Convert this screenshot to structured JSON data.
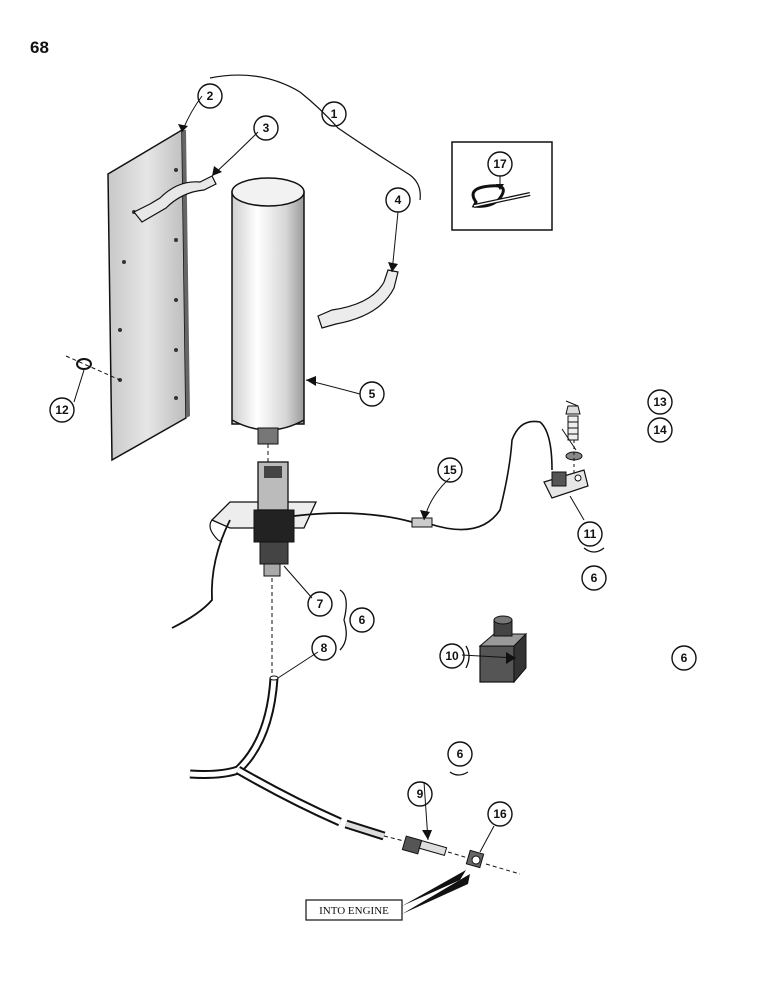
{
  "page": {
    "number": "68"
  },
  "callouts": {
    "c1": "1",
    "c2": "2",
    "c3": "3",
    "c4": "4",
    "c5": "5",
    "c6a": "6",
    "c6b": "6",
    "c6c": "6",
    "c6d": "6",
    "c7": "7",
    "c8": "8",
    "c9": "9",
    "c10": "10",
    "c11": "11",
    "c12": "12",
    "c13": "13",
    "c14": "14",
    "c15": "15",
    "c16": "16",
    "c17": "17"
  },
  "engine_label": "INTO ENGINE",
  "colors": {
    "ink": "#111111",
    "paper": "#ffffff",
    "shade": "#d8d8d8"
  }
}
